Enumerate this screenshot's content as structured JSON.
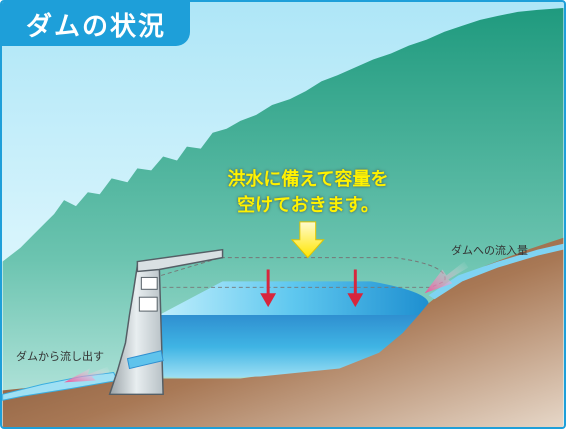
{
  "title": "ダムの状況",
  "message": {
    "line1": "洪水に備えて容量を",
    "line2": "空けておきます。"
  },
  "labels": {
    "inflow": "ダムへの流入量",
    "outflow": "ダムから流し出す"
  },
  "colors": {
    "accent": "#1e9fd9",
    "message_text": "#fff200",
    "drawdown_arrows": "#d7263d",
    "flow_arrows": "#e8559a",
    "mountain": "#3aa692",
    "ground": "#8a5a3a",
    "reservoir_water": "#3aaee0"
  },
  "icons": [
    "downward-arrow-icon",
    "drawdown-arrow-icon",
    "inflow-arrow-icon",
    "outflow-arrow-icon"
  ]
}
